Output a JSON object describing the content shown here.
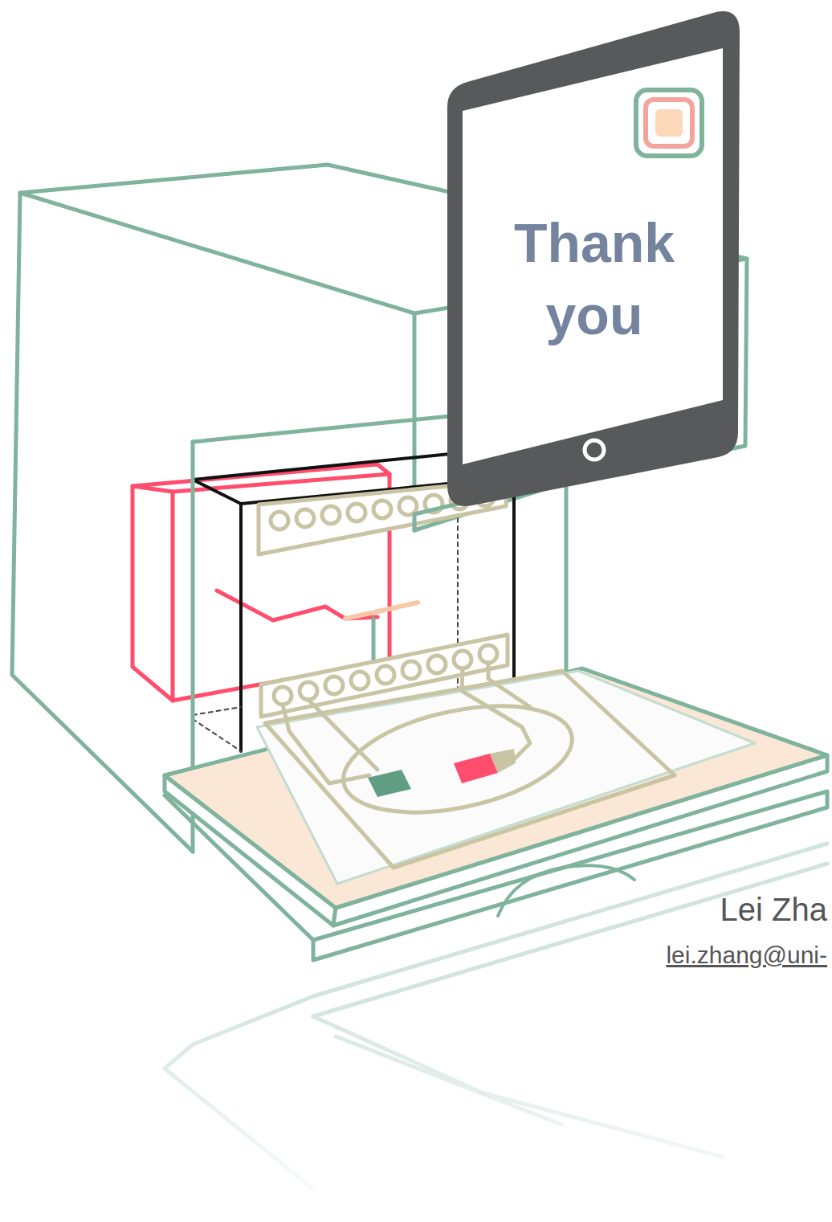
{
  "diagram": {
    "nodes": [
      {
        "text": [
          "Thank you"
        ]
      }
    ],
    "labels": [
      "Lei Zha",
      "lei.zhang@uni-"
    ]
  }
}
